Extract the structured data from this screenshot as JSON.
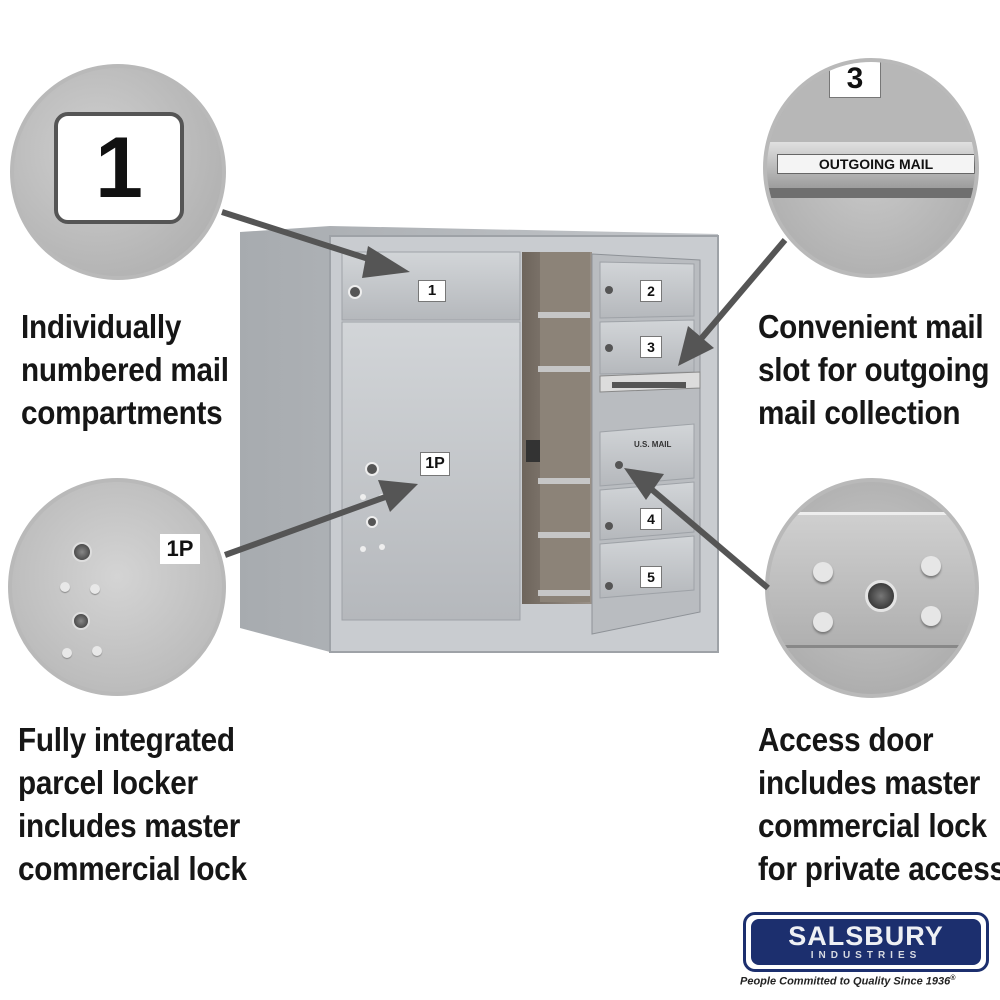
{
  "callouts": {
    "compartment_number": "1",
    "outgoing_number": "3",
    "outgoing_label": "OUTGOING MAIL",
    "parcel_label": "1P"
  },
  "mailbox": {
    "labels": [
      "1",
      "2",
      "3",
      "1P",
      "4",
      "5"
    ],
    "usmail": "U.S. MAIL"
  },
  "captions": {
    "top_left": [
      "Individually",
      "numbered mail",
      "compartments"
    ],
    "bottom_left": [
      "Fully integrated",
      "parcel locker",
      "includes master",
      "commercial lock"
    ],
    "top_right": [
      "Convenient mail",
      "slot for outgoing",
      "mail collection"
    ],
    "bottom_right": [
      "Access door",
      "includes master",
      "commercial lock",
      "for private access"
    ]
  },
  "brand": {
    "name": "SALSBURY",
    "sub": "INDUSTRIES",
    "tagline": "People Committed to Quality Since 1936",
    "registered": "®"
  },
  "colors": {
    "metal": "#c3c6ca",
    "metal_dark": "#9ea2a7",
    "logo_bg": "#1c2f6e"
  }
}
